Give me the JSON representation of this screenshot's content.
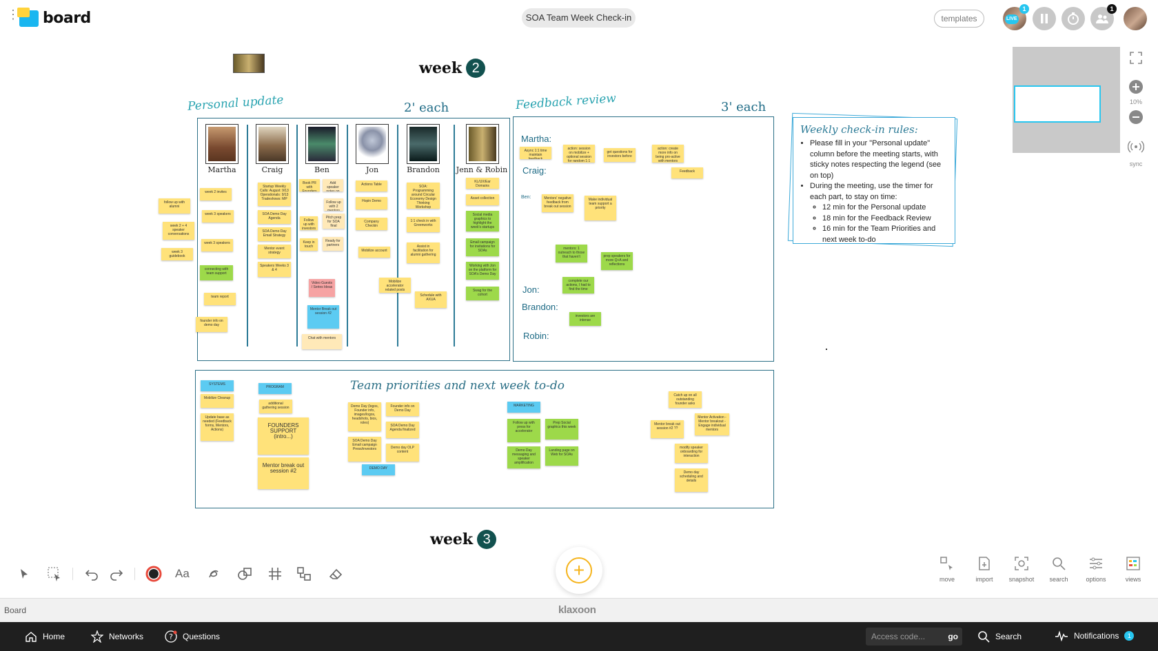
{
  "header": {
    "app_name": "board",
    "board_title": "SOA Team Week Check-in",
    "templates_label": "templates",
    "live_label": "LIVE",
    "live_badge": "1",
    "participants_badge": "1"
  },
  "board": {
    "week2": {
      "word": "week",
      "number": "2"
    },
    "week3": {
      "word": "week",
      "number": "3"
    },
    "personal": {
      "title": "Personal update",
      "timing": "2' each",
      "members": [
        "Martha",
        "Craig",
        "Ben",
        "Jon",
        "Brandon",
        "Jenn & Robin"
      ],
      "stickies": {
        "left": [
          "follow up with alumni",
          "week 2 + 4 speaker conversations",
          "week 3 guidebook"
        ],
        "martha": [
          "week 2 invites",
          "week 3 speakers",
          "week 3 speakers",
          "connecting with team support",
          "team report",
          "founder info on demo day"
        ],
        "craig": [
          "Startup Weekly Calls: August: 9/13 Operationals: 9/13 Tradeshows: MP",
          "SOA Demo Day Agenda",
          "SOA Demo Day Email Strategy",
          "Mentor event strategy",
          "Speakers Weeks 3 & 4"
        ],
        "ben": [
          "Book PR with Founders and Lessons",
          "Add speaker notes on Website",
          "Follow up with 2 mentors",
          "Follow up with investors",
          "Pitch prep for SOA final",
          "Keep in touch",
          "Ready for partners",
          "Video Guests / Series Ideas",
          "Mentor Break out session #2",
          "Chat with mentors"
        ],
        "jon": [
          "Actions Table",
          "Hopin Demo",
          "Company Checkin",
          "Mobilize account",
          "Mobilize accelerator related posts",
          "Schedule with AXUA"
        ],
        "brandon": [
          "SOA: Programming around Circular Economy Design Thinking Workshop",
          "1:1 check in with Greenworks",
          "Assist in facilitation for alumni gathering"
        ],
        "jenn": [
          "KL/UX/Ear Domains",
          "Asset collection",
          "Social media graphics to highlight the week's startups",
          "Email campaign for invitations for SOAs",
          "Working with Jon on the platform for SOA's Demo Day",
          "Swag for the cohort"
        ]
      }
    },
    "feedback": {
      "title": "Feedback review",
      "timing": "3' each",
      "people": [
        "Martha:",
        "Craig:",
        "Ben:",
        "Jon:",
        "Brandon:",
        "Robin:"
      ],
      "stickies": [
        "Async 1:1 time maintain feedback",
        "action: session on mobilize + optional session for random 1:1 convos",
        "get questions for investors before",
        "action: create more info on being pro-active with mentors",
        "Feedback",
        "Mentors' negative feedback from break out session",
        "Make individual team support a priority",
        "mentors: 1 outreach to those that haven't",
        "prep speakers for more Q+A and reflections",
        "complete our actions, I had to find the time",
        "investors are intense"
      ]
    },
    "rules": {
      "title": "Weekly check-in rules:",
      "items": [
        "Please fill in your \"Personal update\" column before the meeting starts, with sticky notes respecting the legend (see on top)",
        "During the meeting, use the timer for each part, to stay on time:"
      ],
      "sub_items": [
        "12 min for the Personal update",
        "18 min for the Feedback Review",
        "16 min for the Team Priorities and next week to-do"
      ]
    },
    "priorities": {
      "title": "Team priorities and next week to-do",
      "stickies": {
        "systems": [
          "SYSTEMS",
          "Mobilize Cleanup",
          "Update base as needed (Feedback forms, Mentors, Actions)"
        ],
        "program": [
          "PROGRAM",
          "additional gathering session",
          "FOUNDERS SUPPORT (intro...)",
          "Mentor break out session #2"
        ],
        "demo": [
          "Demo Day (logos, Founder info, images/logos, headshots, bios, roles)",
          "Founder info on Demo Day",
          "SOA Demo Day Agenda finalized",
          "SOA Demo Day Email campaign Press/investors",
          "Demo day OLP content",
          "DEMO DAY"
        ],
        "marketing": [
          "MARKETING",
          "Follow up with press for accelerator",
          "Prep Social graphics this week",
          "Demo Day messaging and speaker amplification",
          "Landing page on Web for SOAs"
        ],
        "other": [
          "Catch up on all outstanding founder asks",
          "Mentor break out session #2 ??",
          "Mentor Activation - Mentor breakout - Engage individual mentors",
          "modify speaker onboarding for interaction",
          "Demo day scheduling and details"
        ]
      }
    },
    "zoom": "10%",
    "sync_label": "sync"
  },
  "right_tools": [
    "move",
    "import",
    "snapshot",
    "search",
    "options",
    "views"
  ],
  "footer": {
    "board_label": "Board",
    "brand": "klaxoon"
  },
  "nav": {
    "home": "Home",
    "networks": "Networks",
    "questions": "Questions",
    "access_placeholder": "Access code...",
    "go": "go",
    "search": "Search",
    "notifications": "Notifications",
    "notif_count": "1"
  },
  "colors": {
    "accent": "#27c6f0",
    "frame": "#2b6f86",
    "handwriting": "#29a3b0",
    "sticky_yellow": "#ffe27a",
    "sticky_green": "#9dd94a",
    "sticky_blue": "#5ccbf2"
  }
}
